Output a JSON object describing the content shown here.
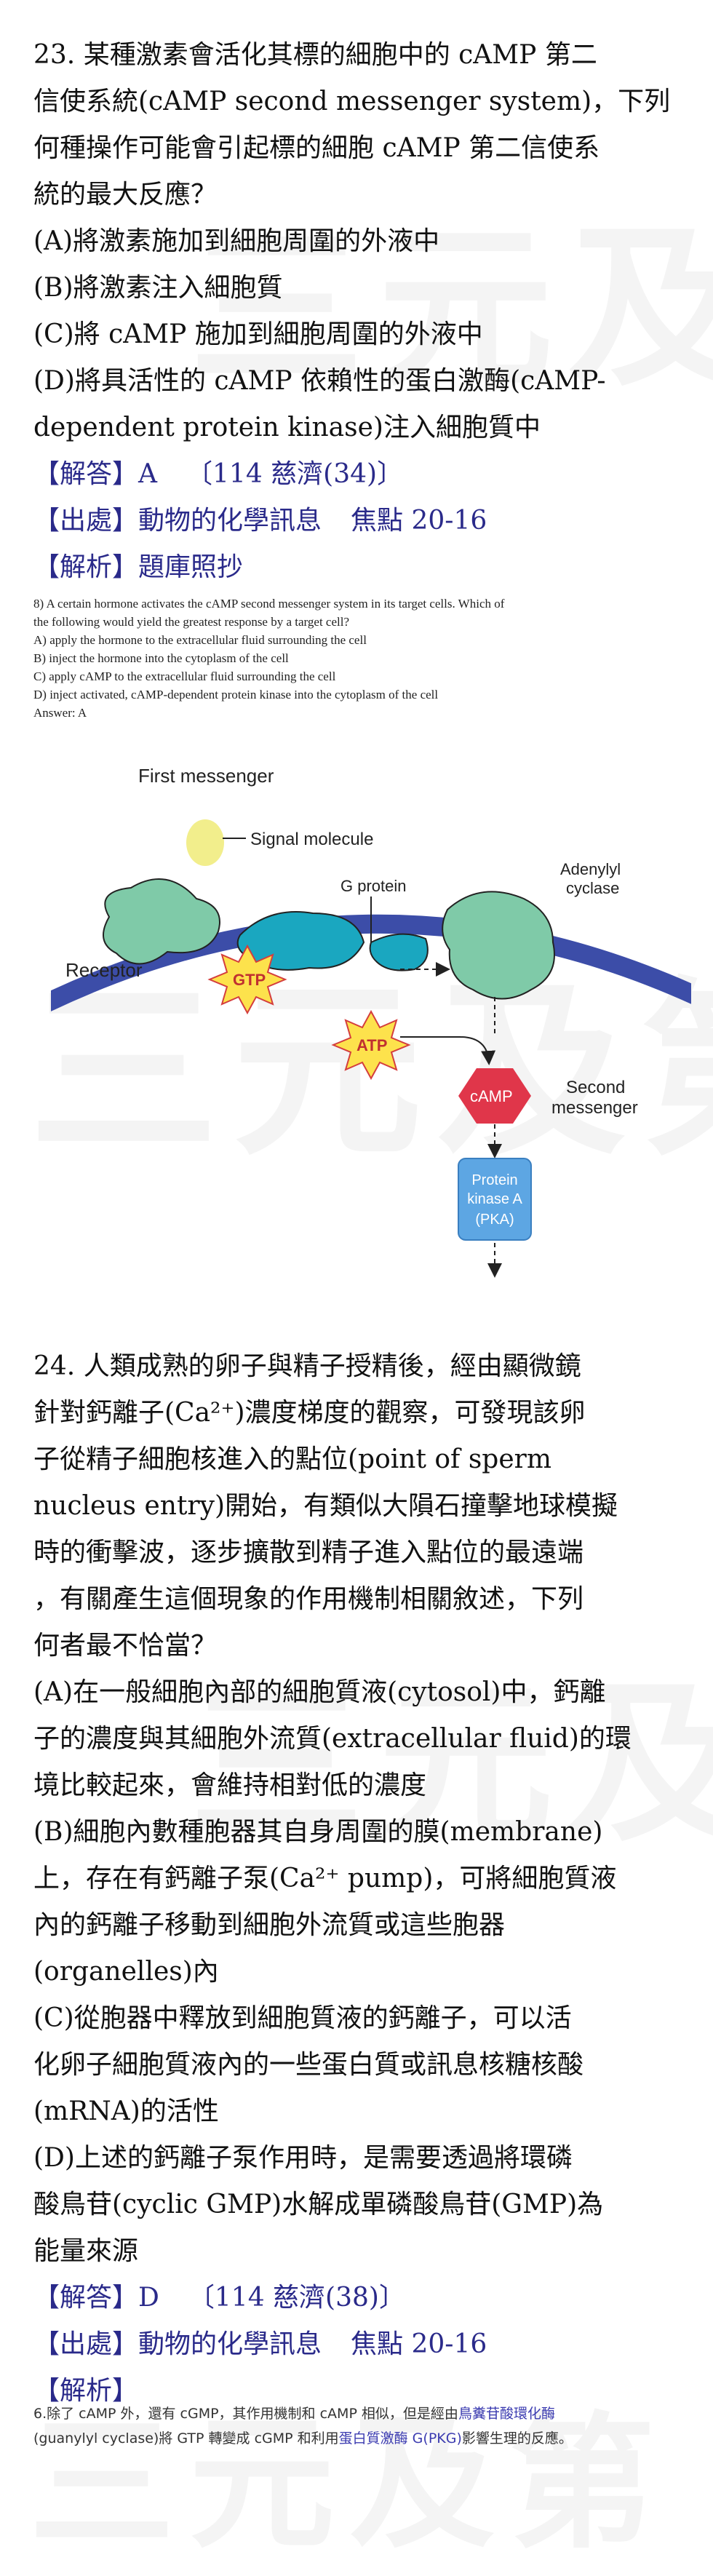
{
  "watermark": "三元及第",
  "q23": {
    "lines": [
      "23. 某種激素會活化其標的細胞中的 cAMP 第二",
      "信使系統(cAMP second messenger system)，下列",
      "何種操作可能會引起標的細胞 cAMP 第二信使系",
      "統的最大反應？",
      "(A)將激素施加到細胞周圍的外液中",
      "(B)將激素注入細胞質",
      "(C)將 cAMP 施加到細胞周圍的外液中",
      "(D)將具活性的 cAMP 依賴性的蛋白激酶(cAMP-",
      "dependent protein kinase)注入細胞質中"
    ],
    "answer_tag": "【解答】",
    "answer": "A",
    "answer_source": "〔114 慈濟(34)〕",
    "source_tag": "【出處】",
    "source": "動物的化學訊息",
    "focus": "焦點 20-16",
    "analysis_tag": "【解析】",
    "analysis": "題庫照抄"
  },
  "scan": {
    "lines": [
      "8) A certain hormone activates the cAMP second messenger system in its target cells. Which of",
      "the following would yield the greatest response by a target cell?",
      "A) apply the hormone to the extracellular fluid surrounding the cell",
      "B) inject the hormone into the cytoplasm of the cell",
      "C) apply cAMP to the extracellular fluid surrounding the cell",
      "D) inject activated, cAMP-dependent protein kinase into the cytoplasm of the cell",
      "Answer:  A"
    ]
  },
  "figure": {
    "first_messenger": "First messenger",
    "signal_molecule": "Signal molecule",
    "g_protein": "G protein",
    "adenylyl_1": "Adenylyl",
    "adenylyl_2": "cyclase",
    "receptor": "Receptor",
    "gtp": "GTP",
    "atp": "ATP",
    "camp": "cAMP",
    "second_1": "Second",
    "second_2": "messenger",
    "pk_1": "Protein",
    "pk_2": "kinase A",
    "pk_3": "(PKA)"
  },
  "q24": {
    "lines": [
      "24. 人類成熟的卵子與精子授精後，經由顯微鏡",
      "針對鈣離子(Ca²⁺)濃度梯度的觀察，可發現該卵",
      "子從精子細胞核進入的點位(point of sperm",
      "nucleus entry)開始，有類似大隕石撞擊地球模擬",
      "時的衝擊波，逐步擴散到精子進入點位的最遠端",
      "，有關產生這個現象的作用機制相關敘述，下列",
      "何者最不恰當？",
      "(A)在一般細胞內部的細胞質液(cytosol)中，鈣離",
      "子的濃度與其細胞外流質(extracellular fluid)的環",
      "境比較起來，會維持相對低的濃度",
      "(B)細胞內數種胞器其自身周圍的膜(membrane)",
      "上，存在有鈣離子泵(Ca²⁺ pump)，可將細胞質液",
      "內的鈣離子移動到細胞外流質或這些胞器",
      "(organelles)內",
      "(C)從胞器中釋放到細胞質液的鈣離子，可以活",
      "化卵子細胞質液內的一些蛋白質或訊息核糖核酸",
      "(mRNA)的活性",
      "(D)上述的鈣離子泵作用時，是需要透過將環磷",
      "酸鳥苷(cyclic GMP)水解成單磷酸鳥苷(GMP)為",
      "能量來源"
    ],
    "answer_tag": "【解答】",
    "answer": "D",
    "answer_source": "〔114 慈濟(38)〕",
    "source_tag": "【出處】",
    "source": "動物的化學訊息",
    "focus": "焦點 20-16",
    "analysis_tag": "【解析】"
  },
  "bottom_scan": {
    "line1_a": "6.除了 cAMP 外，還有 cGMP，其作用機制和 cAMP 相似，但是經由",
    "line1_b": "鳥糞苷酸環化酶",
    "line2_a": "(guanylyl cyclase)將 GTP 轉變成 cGMP 和利用",
    "line2_b": "蛋白質激酶 G(PKG)",
    "line2_c": "影響生理的反應。"
  }
}
